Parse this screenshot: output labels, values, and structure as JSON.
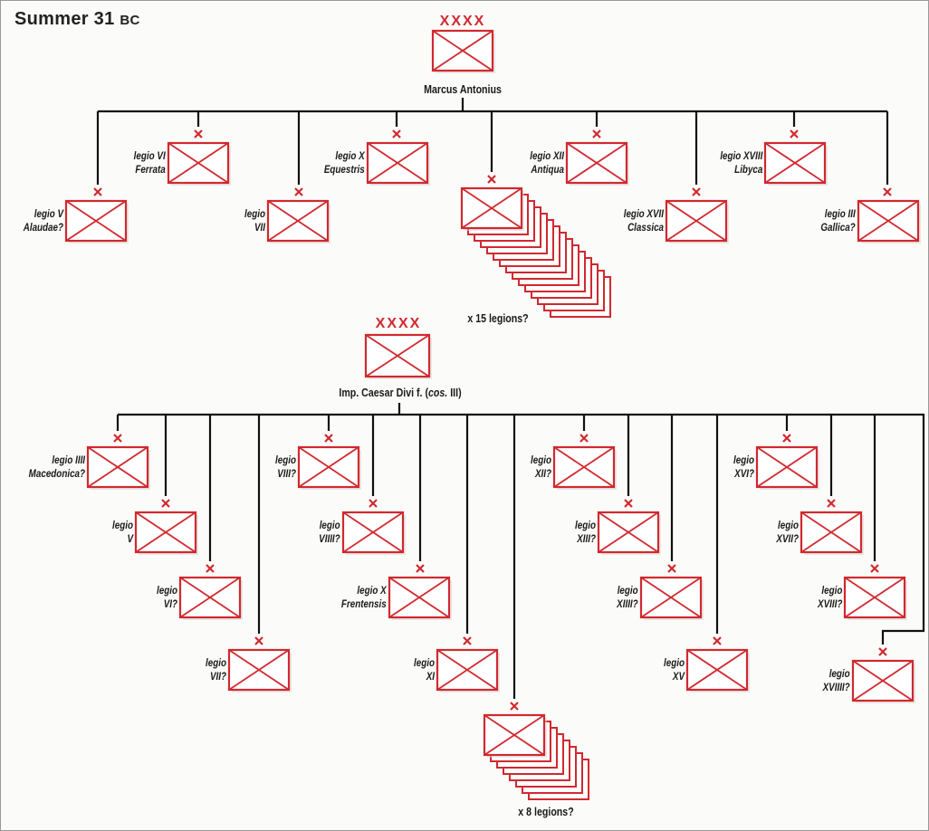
{
  "title": {
    "main": "Summer 31",
    "era": "BC"
  },
  "colors": {
    "unit": "#d0292f",
    "line": "#111111"
  },
  "antonius": {
    "commander": "Marcus Antonius",
    "rank_marks": "XXXX",
    "legions": [
      {
        "line1": "legio V",
        "line2": "Alaudae?"
      },
      {
        "line1": "legio VI",
        "line2": "Ferrata"
      },
      {
        "line1": "legio",
        "line2": "VII"
      },
      {
        "line1": "legio X",
        "line2": "Equestris"
      },
      {
        "stack_label": "x 15 legions?",
        "count": 15
      },
      {
        "line1": "legio XII",
        "line2": "Antiqua"
      },
      {
        "line1": "legio XVII",
        "line2": "Classica"
      },
      {
        "line1": "legio XVIII",
        "line2": "Libyca"
      },
      {
        "line1": "legio III",
        "line2": "Gallica?"
      }
    ]
  },
  "caesar": {
    "commander_pre": "Imp. Caesar Divi f. (",
    "commander_cos": "cos.",
    "commander_post": " III)",
    "rank_marks": "XXXX",
    "legions": [
      {
        "line1": "legio IIII",
        "line2": "Macedonica?"
      },
      {
        "line1": "legio",
        "line2": "V"
      },
      {
        "line1": "legio",
        "line2": "VI?"
      },
      {
        "line1": "legio",
        "line2": "VII?"
      },
      {
        "line1": "legio",
        "line2": "VIII?"
      },
      {
        "line1": "legio",
        "line2": "VIIII?"
      },
      {
        "line1": "legio X",
        "line2": "Frentensis"
      },
      {
        "line1": "legio",
        "line2": "XI"
      },
      {
        "stack_label": "x 8 legions?",
        "count": 8
      },
      {
        "line1": "legio",
        "line2": "XII?"
      },
      {
        "line1": "legio",
        "line2": "XIII?"
      },
      {
        "line1": "legio",
        "line2": "XIIII?"
      },
      {
        "line1": "legio",
        "line2": "XV"
      },
      {
        "line1": "legio",
        "line2": "XVI?"
      },
      {
        "line1": "legio",
        "line2": "XVII?"
      },
      {
        "line1": "legio",
        "line2": "XVIII?"
      },
      {
        "line1": "legio",
        "line2": "XVIIII?"
      }
    ]
  }
}
